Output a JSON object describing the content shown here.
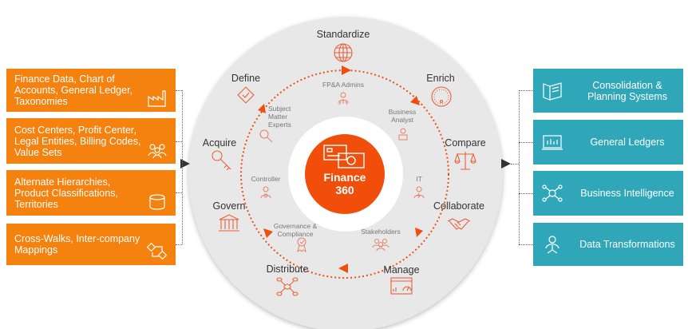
{
  "colors": {
    "orange": "#f5810f",
    "teal": "#2fa7b9",
    "accent": "#f04e0a",
    "ring": "#e8e8e8"
  },
  "left_boxes": [
    {
      "text": "Finance Data, Chart of Accounts, General Ledger, Taxonomies",
      "icon": "factory-icon"
    },
    {
      "text": "Cost Centers, Profit Center, Legal Entities, Billing Codes, Value Sets",
      "icon": "people-icon"
    },
    {
      "text": "Alternate Hierarchies, Product Classifications, Territories",
      "icon": "database-icon"
    },
    {
      "text": "Cross-Walks, Inter-company Mappings",
      "icon": "crosswalk-icon"
    }
  ],
  "right_boxes": [
    {
      "text": "Consolidation & Planning Systems",
      "icon": "book-icon"
    },
    {
      "text": "General Ledgers",
      "icon": "ledger-icon"
    },
    {
      "text": "Business Intelligence",
      "icon": "network-icon"
    },
    {
      "text": "Data Transformations",
      "icon": "user-network-icon"
    }
  ],
  "center": {
    "line1": "Finance",
    "line2": "360"
  },
  "stages": [
    "Standardize",
    "Enrich",
    "Compare",
    "Collaborate",
    "Manage",
    "Distribute",
    "Govern",
    "Acquire",
    "Define"
  ],
  "roles": [
    "FP&A Admins",
    "Business Analyst",
    "IT",
    "Stakeholders",
    "Governance & Compliance",
    "Controller",
    "Subject Matter Experts"
  ]
}
